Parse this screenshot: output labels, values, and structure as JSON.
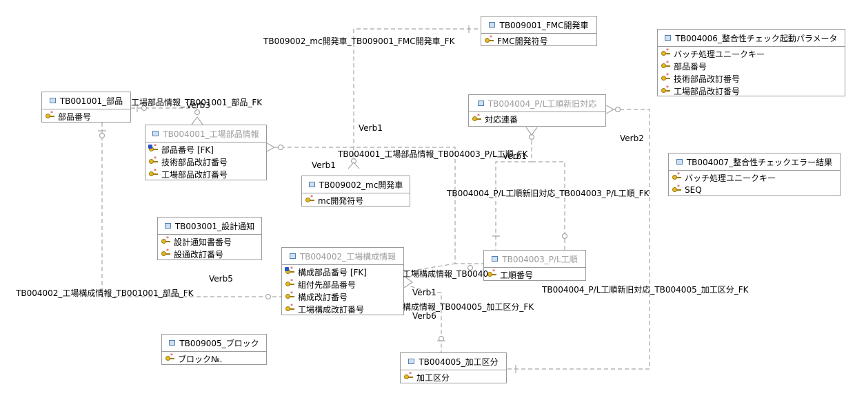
{
  "entities": {
    "tb009001": {
      "title": "TB009001_FMC開発車",
      "attrs": [
        {
          "icon": "pk-key-icon",
          "label": "FMC開発符号"
        }
      ]
    },
    "tb004006": {
      "title": "TB004006_整合性チェック起動パラメータ",
      "attrs": [
        {
          "icon": "pk-key-icon",
          "label": "バッチ処理ユニークキー"
        },
        {
          "icon": "pk-key-icon",
          "label": "部品番号"
        },
        {
          "icon": "pk-key-icon",
          "label": "技術部品改訂番号"
        },
        {
          "icon": "pk-key-icon",
          "label": "工場部品改訂番号"
        }
      ]
    },
    "tb001001": {
      "title": "TB001001_部品",
      "attrs": [
        {
          "icon": "pk-key-icon",
          "label": "部品番号"
        }
      ]
    },
    "tb004004": {
      "title": "TB004004_P/L工順新旧対応",
      "attrs": [
        {
          "icon": "pk-key-icon",
          "label": "対応連番"
        }
      ]
    },
    "tb004001": {
      "title": "TB004001_工場部品情報",
      "attrs": [
        {
          "icon": "pk-fk-key-icon",
          "label": "部品番号 [FK]"
        },
        {
          "icon": "pk-key-icon",
          "label": "技術部品改訂番号"
        },
        {
          "icon": "pk-key-icon",
          "label": "工場部品改訂番号"
        }
      ]
    },
    "tb004007": {
      "title": "TB004007_整合性チェックエラー結果",
      "attrs": [
        {
          "icon": "pk-key-icon",
          "label": "バッチ処理ユニークキー"
        },
        {
          "icon": "pk-key-icon",
          "label": "SEQ"
        }
      ]
    },
    "tb009002": {
      "title": "TB009002_mc開発車",
      "attrs": [
        {
          "icon": "pk-key-icon",
          "label": "mc開発符号"
        }
      ]
    },
    "tb003001": {
      "title": "TB003001_設計通知",
      "attrs": [
        {
          "icon": "pk-key-icon",
          "label": "設計通知書番号"
        },
        {
          "icon": "pk-key-icon",
          "label": "設通改訂番号"
        }
      ]
    },
    "tb004002": {
      "title": "TB004002_工場構成情報",
      "attrs": [
        {
          "icon": "pk-fk-key-icon",
          "label": "構成部品番号 [FK]"
        },
        {
          "icon": "pk-key-icon",
          "label": "組付先部品番号"
        },
        {
          "icon": "pk-key-icon",
          "label": "構成改訂番号"
        },
        {
          "icon": "pk-key-icon",
          "label": "工場構成改訂番号"
        }
      ]
    },
    "tb004003": {
      "title": "TB004003_P/L工順",
      "attrs": [
        {
          "icon": "pk-key-icon",
          "label": "工順番号"
        }
      ]
    },
    "tb009005": {
      "title": "TB009005_ブロック",
      "attrs": [
        {
          "icon": "pk-key-icon",
          "label": "ブロック№."
        }
      ]
    },
    "tb004005": {
      "title": "TB004005_加工区分",
      "attrs": [
        {
          "icon": "pk-key-icon",
          "label": "加工区分"
        }
      ]
    }
  },
  "labels": {
    "rel_mc_fmc": "TB009002_mc開発車_TB009001_FMC開発車_FK",
    "rel_kojo_buhin": "工場部品情報_TB001001_部品_FK",
    "verb3": "Verb3",
    "verb1_a": "Verb1",
    "verb2": "Verb2",
    "rel_kojo_pl": "TB004001_工場部品情報_TB004003_P/L工順_FK",
    "verb1_b": "Verb1",
    "verb1_c": "Verb1",
    "rel_shinkyu_pl": "TB004004_P/L工順新旧対応_TB004003_P/L工順_FK",
    "verb5": "Verb5",
    "rel_kosei_pl": "工場構成情報_TB0040",
    "rel_shinkyu_kako": "TB004004_P/L工順新旧対応_TB004005_加工区分_FK",
    "rel_kosei_buhin": "TB004002_工場構成情報_TB001001_部品_FK",
    "verb1_d": "Verb1",
    "rel_kosei_kako": "構成情報_TB004005_加工区分_FK",
    "verb6": "Verb6"
  }
}
